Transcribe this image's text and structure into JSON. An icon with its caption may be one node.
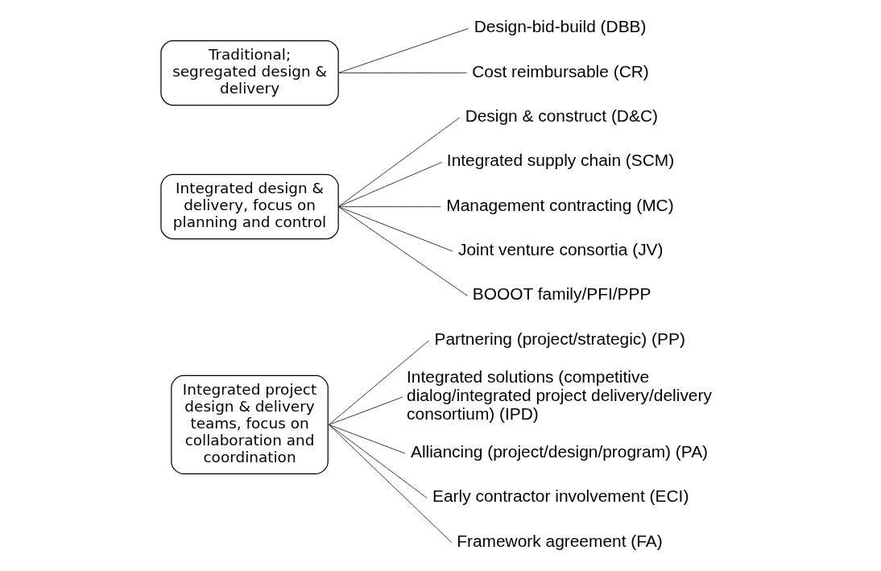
{
  "diagram": {
    "nodes": [
      {
        "text": [
          "Traditional; segregated design & delivery"
        ]
      },
      {
        "text": [
          "Design-bid-build (DBB)"
        ]
      },
      {
        "text": [
          "Cost reimbursable (CR)"
        ]
      },
      {
        "text": [
          "Integrated design & delivery, focus on planning and control"
        ]
      },
      {
        "text": [
          "Design & construct (D&C)"
        ]
      },
      {
        "text": [
          "Integrated supply chain (SCM)"
        ]
      },
      {
        "text": [
          "Management contracting (MC)"
        ]
      },
      {
        "text": [
          "Joint venture consortia (JV)"
        ]
      },
      {
        "text": [
          "BOOOT family/PFI/PPP"
        ]
      },
      {
        "text": [
          "Integrated project design & delivery teams, focus on collaboration and coordination"
        ]
      },
      {
        "text": [
          "Partnering (project/strategic) (PP)"
        ]
      },
      {
        "text": [
          "Integrated solutions (competitive dialog/integrated project delivery/delivery consortium) (IPD)"
        ]
      },
      {
        "text": [
          "Alliancing (project/design/program) (PA)"
        ]
      },
      {
        "text": [
          "Early contractor involvement (ECI)"
        ]
      },
      {
        "text": [
          "Framework agreement (FA)"
        ]
      }
    ],
    "edges": [
      {
        "from": 0,
        "to": 1,
        "arrow": "none"
      },
      {
        "from": 0,
        "to": 2,
        "arrow": "none"
      },
      {
        "from": 3,
        "to": 4,
        "arrow": "none"
      },
      {
        "from": 3,
        "to": 5,
        "arrow": "none"
      },
      {
        "from": 3,
        "to": 6,
        "arrow": "none"
      },
      {
        "from": 3,
        "to": 7,
        "arrow": "none"
      },
      {
        "from": 3,
        "to": 8,
        "arrow": "none"
      },
      {
        "from": 9,
        "to": 10,
        "arrow": "none"
      },
      {
        "from": 9,
        "to": 11,
        "arrow": "none"
      },
      {
        "from": 9,
        "to": 12,
        "arrow": "none"
      },
      {
        "from": 9,
        "to": 13,
        "arrow": "none"
      },
      {
        "from": 9,
        "to": 14,
        "arrow": "none"
      }
    ]
  }
}
